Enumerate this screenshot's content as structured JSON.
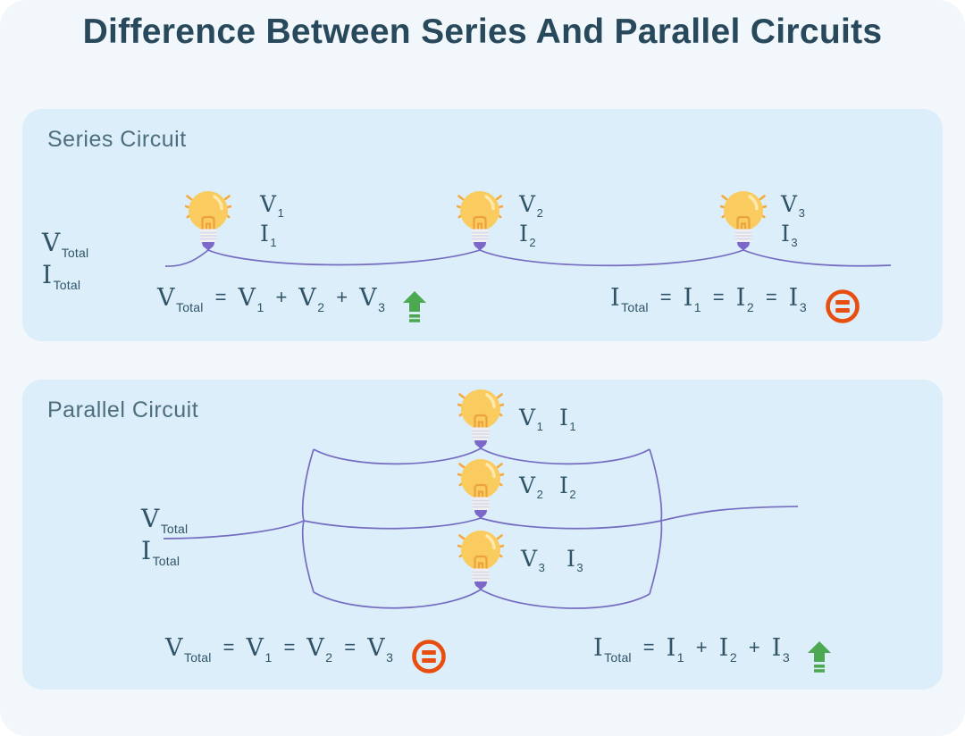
{
  "title": "Difference Between Series And Parallel Circuits",
  "colors": {
    "page_bg": "#f1f7fa",
    "panel_bg": "#dceef9",
    "title": "#28495c",
    "heading": "#4d6e7e",
    "text": "#2f5468",
    "wire": "#756cc2",
    "bulb_yellow": "#facc60",
    "bulb_base": "#efeff5",
    "bulb_cap": "#7b68c8",
    "ray": "#f5a83b",
    "increase_green": "#4da852",
    "equal_orange": "#e84e0f"
  },
  "icons": {
    "increase": "increase-arrow-icon",
    "equal": "equals-circle-icon",
    "bulb": "light-bulb-icon"
  },
  "series": {
    "heading": "Series Circuit",
    "input_labels": [
      {
        "main": "V",
        "sub": "Total"
      },
      {
        "main": "I",
        "sub": "Total"
      }
    ],
    "bulb_labels": [
      [
        {
          "main": "V",
          "sub": "1"
        },
        {
          "main": "I",
          "sub": "1"
        }
      ],
      [
        {
          "main": "V",
          "sub": "2"
        },
        {
          "main": "I",
          "sub": "2"
        }
      ],
      [
        {
          "main": "V",
          "sub": "3"
        },
        {
          "main": "I",
          "sub": "3"
        }
      ]
    ],
    "voltage_formula": {
      "tokens": [
        {
          "main": "V",
          "sub": "Total"
        },
        {
          "op": "="
        },
        {
          "main": "V",
          "sub": "1"
        },
        {
          "op": "+"
        },
        {
          "main": "V",
          "sub": "2"
        },
        {
          "op": "+"
        },
        {
          "main": "V",
          "sub": "3"
        }
      ],
      "icon": "increase"
    },
    "current_formula": {
      "tokens": [
        {
          "main": "I",
          "sub": "Total"
        },
        {
          "op": "="
        },
        {
          "main": "I",
          "sub": "1"
        },
        {
          "op": "="
        },
        {
          "main": "I",
          "sub": "2"
        },
        {
          "op": "="
        },
        {
          "main": "I",
          "sub": "3"
        }
      ],
      "icon": "equal"
    }
  },
  "parallel": {
    "heading": "Parallel Circuit",
    "input_labels": [
      {
        "main": "V",
        "sub": "Total"
      },
      {
        "main": "I",
        "sub": "Total"
      }
    ],
    "bulb_labels": [
      [
        {
          "main": "V",
          "sub": "1"
        },
        {
          "main": "I",
          "sub": "1"
        }
      ],
      [
        {
          "main": "V",
          "sub": "2"
        },
        {
          "main": "I",
          "sub": "2"
        }
      ],
      [
        {
          "main": "V",
          "sub": "3"
        },
        {
          "main": "I",
          "sub": "3"
        }
      ]
    ],
    "voltage_formula": {
      "tokens": [
        {
          "main": "V",
          "sub": "Total"
        },
        {
          "op": "="
        },
        {
          "main": "V",
          "sub": "1"
        },
        {
          "op": "="
        },
        {
          "main": "V",
          "sub": "2"
        },
        {
          "op": "="
        },
        {
          "main": "V",
          "sub": "3"
        }
      ],
      "icon": "equal"
    },
    "current_formula": {
      "tokens": [
        {
          "main": "I",
          "sub": "Total"
        },
        {
          "op": "="
        },
        {
          "main": "I",
          "sub": "1"
        },
        {
          "op": "+"
        },
        {
          "main": "I",
          "sub": "2"
        },
        {
          "op": "+"
        },
        {
          "main": "I",
          "sub": "3"
        }
      ],
      "icon": "increase"
    }
  }
}
